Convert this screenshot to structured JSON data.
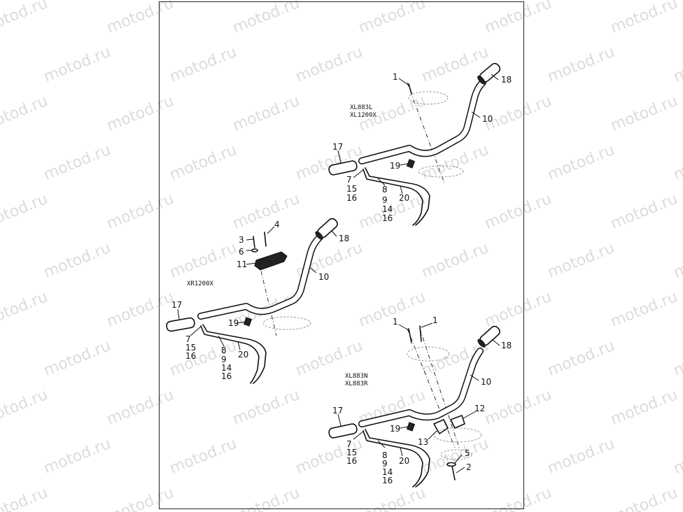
{
  "watermark": "motod.ru",
  "models": {
    "top": [
      "XL883L",
      "XL1200X"
    ],
    "middle": [
      "XR1200X"
    ],
    "bottom": [
      "XL883N",
      "XL883R"
    ]
  },
  "callouts": {
    "top": {
      "c1": "1",
      "c18": "18",
      "c10": "10",
      "c17": "17",
      "c19": "19",
      "c7": "7",
      "c15": "15",
      "c16a": "16",
      "c8": "8",
      "c9": "9",
      "c14": "14",
      "c16b": "16",
      "c20": "20"
    },
    "middle": {
      "c3": "3",
      "c4": "4",
      "c6": "6",
      "c11": "11",
      "c18": "18",
      "c10": "10",
      "c17": "17",
      "c19": "19",
      "c7": "7",
      "c15": "15",
      "c16a": "16",
      "c8": "8",
      "c9": "9",
      "c14": "14",
      "c16b": "16",
      "c20": "20"
    },
    "bottom": {
      "c1a": "1",
      "c1b": "1",
      "c18": "18",
      "c10": "10",
      "c17": "17",
      "c19": "19",
      "c12": "12",
      "c13": "13",
      "c7": "7",
      "c15": "15",
      "c16a": "16",
      "c8": "8",
      "c9": "9",
      "c14": "14",
      "c16b": "16",
      "c20": "20",
      "c5": "5",
      "c2": "2"
    }
  }
}
